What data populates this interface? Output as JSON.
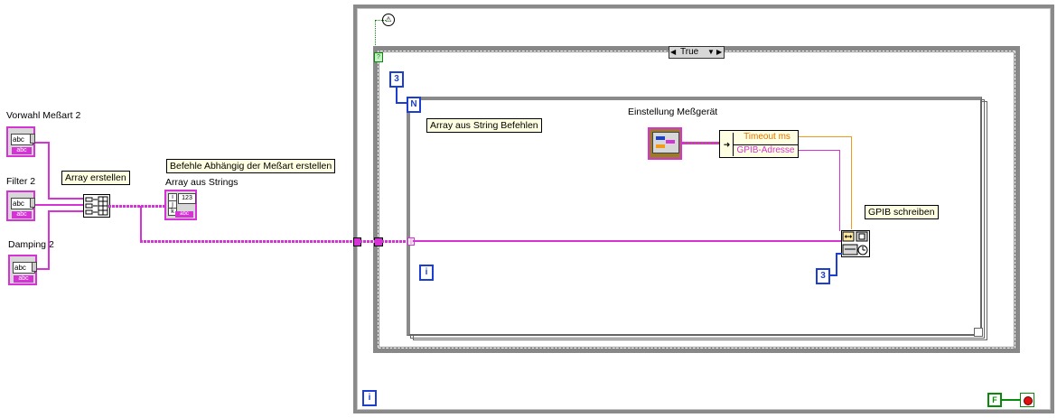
{
  "controls": {
    "vorwahl_label": "Vorwahl Meßart 2",
    "filter_label": "Filter 2",
    "damping_label": "Damping 2",
    "control_text": "abc",
    "control_type": "abc"
  },
  "array_build": {
    "comment": "Array erstellen"
  },
  "array_strings": {
    "comment": "Befehle Abhängig der Meßart erstellen",
    "label": "Array aus Strings",
    "index_i": "i",
    "index_j": "j",
    "index_k": "k",
    "type": "123",
    "tag": "abc"
  },
  "while_loop": {
    "iteration": "i",
    "stop_const": "F"
  },
  "case": {
    "selector_value": "True",
    "left_arrow": "◀",
    "right_arrow": "▶",
    "dropdown": "▼",
    "question": "?"
  },
  "for_loop": {
    "count_const": "3",
    "count_terminal": "N",
    "iteration": "i",
    "comment": "Array aus String Befehlen"
  },
  "instrument": {
    "label": "Einstellung Meßgerät",
    "unbundle_timeout": "Timeout ms",
    "unbundle_address": "GPIB-Adresse"
  },
  "gpib": {
    "comment": "GPIB schreiben",
    "mode_const": "3"
  },
  "colors": {
    "string_wire": "#d633d6",
    "numeric": "#1c3fd1",
    "numeric_wire": "#f29a1a",
    "bool": "#0a8a0a"
  }
}
